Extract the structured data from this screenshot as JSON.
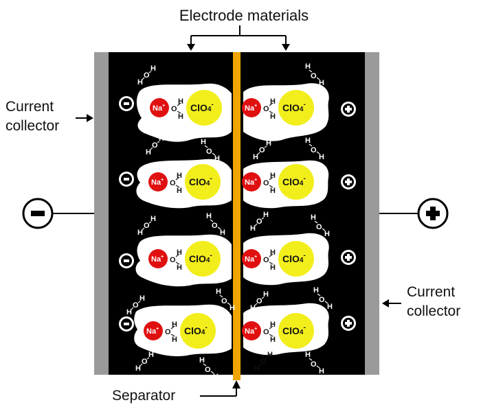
{
  "labels": {
    "top": "Electrode materials",
    "left_collector": [
      "Current",
      "collector"
    ],
    "right_collector": [
      "Current",
      "collector"
    ],
    "bottom": "Separator"
  },
  "ions": {
    "cation": "Na",
    "cation_charge": "+",
    "anion": "ClO",
    "anion_sub": "4",
    "anion_charge": "-",
    "water_h": "H",
    "water_o": "O"
  },
  "terminals": {
    "negative": "−",
    "positive": "+"
  },
  "colors": {
    "electrode": "#000000",
    "collector": "#9a9a9a",
    "separator": "#f0a500",
    "electrolyte": "#ffffff",
    "cation": "#e01010",
    "anion": "#f2ee1c"
  }
}
